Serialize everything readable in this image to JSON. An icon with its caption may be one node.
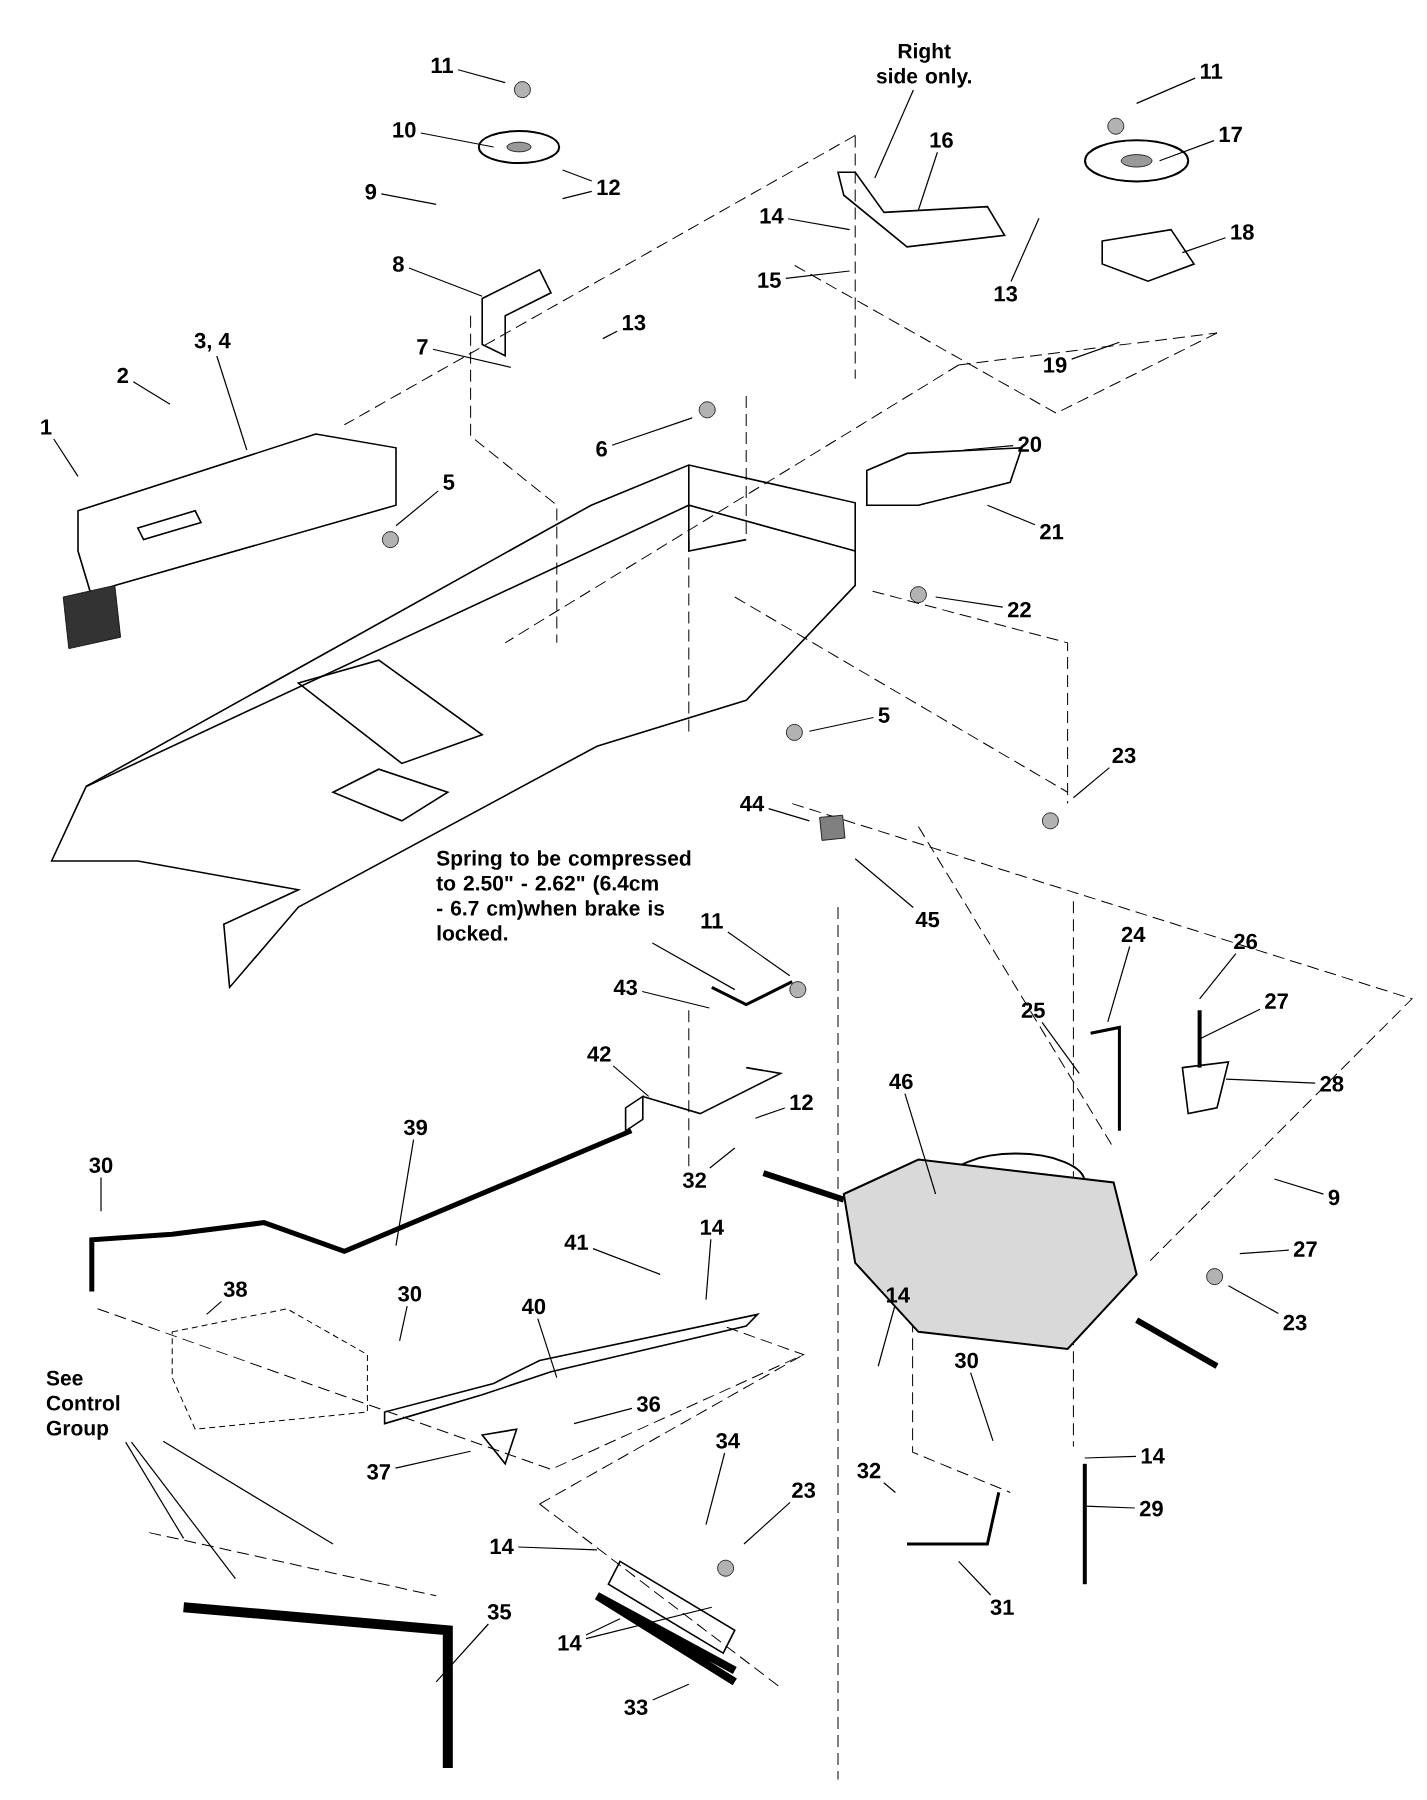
{
  "diagram": {
    "nodes": [
      {
        "text": [
          "11"
        ]
      },
      {
        "text": [
          "10"
        ]
      },
      {
        "text": [
          "9"
        ]
      },
      {
        "text": [
          "12"
        ]
      },
      {
        "text": [
          "8"
        ]
      },
      {
        "text": [
          "7"
        ]
      },
      {
        "text": [
          "13"
        ]
      },
      {
        "text": [
          "3, 4"
        ]
      },
      {
        "text": [
          "2"
        ]
      },
      {
        "text": [
          "1"
        ]
      },
      {
        "text": [
          "5"
        ]
      },
      {
        "text": [
          "6"
        ]
      },
      {
        "text": [
          "Right side only."
        ]
      },
      {
        "text": [
          "16"
        ]
      },
      {
        "text": [
          "14"
        ]
      },
      {
        "text": [
          "15"
        ]
      },
      {
        "text": [
          "11"
        ]
      },
      {
        "text": [
          "17"
        ]
      },
      {
        "text": [
          "13"
        ]
      },
      {
        "text": [
          "18"
        ]
      },
      {
        "text": [
          "19"
        ]
      },
      {
        "text": [
          "20"
        ]
      },
      {
        "text": [
          "21"
        ]
      },
      {
        "text": [
          "22"
        ]
      },
      {
        "text": [
          "5"
        ]
      },
      {
        "text": [
          "23"
        ]
      },
      {
        "text": [
          "44"
        ]
      },
      {
        "text": [
          "45"
        ]
      },
      {
        "text": [
          "Spring to be compressed to 2.50\" - 2.62\" (6.4cm - 6.7 cm)when brake is locked."
        ]
      },
      {
        "text": [
          "11"
        ]
      },
      {
        "text": [
          "43"
        ]
      },
      {
        "text": [
          "42"
        ]
      },
      {
        "text": [
          "12"
        ]
      },
      {
        "text": [
          "32"
        ]
      },
      {
        "text": [
          "39"
        ]
      },
      {
        "text": [
          "30"
        ]
      },
      {
        "text": [
          "38"
        ]
      },
      {
        "text": [
          "30"
        ]
      },
      {
        "text": [
          "41"
        ]
      },
      {
        "text": [
          "14"
        ]
      },
      {
        "text": [
          "40"
        ]
      },
      {
        "text": [
          "36"
        ]
      },
      {
        "text": [
          "37"
        ]
      },
      {
        "text": [
          "See Control Group"
        ]
      },
      {
        "text": [
          "34"
        ]
      },
      {
        "text": [
          "23"
        ]
      },
      {
        "text": [
          "14"
        ]
      },
      {
        "text": [
          "14"
        ]
      },
      {
        "text": [
          "35"
        ]
      },
      {
        "text": [
          "33"
        ]
      },
      {
        "text": [
          "24"
        ]
      },
      {
        "text": [
          "25"
        ]
      },
      {
        "text": [
          "26"
        ]
      },
      {
        "text": [
          "27"
        ]
      },
      {
        "text": [
          "28"
        ]
      },
      {
        "text": [
          "46"
        ]
      },
      {
        "text": [
          "9"
        ]
      },
      {
        "text": [
          "27"
        ]
      },
      {
        "text": [
          "23"
        ]
      },
      {
        "text": [
          "14"
        ]
      },
      {
        "text": [
          "30"
        ]
      },
      {
        "text": [
          "32"
        ]
      },
      {
        "text": [
          "31"
        ]
      },
      {
        "text": [
          "14"
        ]
      },
      {
        "text": [
          "29"
        ]
      }
    ],
    "edges": [
      {
        "from": 0,
        "to": null,
        "arrow": "none"
      },
      {
        "from": 1,
        "to": null,
        "arrow": "none"
      },
      {
        "from": 2,
        "to": null,
        "arrow": "none"
      },
      {
        "from": 3,
        "to": null,
        "arrow": "none"
      },
      {
        "from": 3,
        "to": null,
        "arrow": "none"
      },
      {
        "from": 4,
        "to": null,
        "arrow": "none"
      },
      {
        "from": 5,
        "to": null,
        "arrow": "none"
      },
      {
        "from": 6,
        "to": null,
        "arrow": "none"
      },
      {
        "from": 7,
        "to": null,
        "arrow": "none"
      },
      {
        "from": 8,
        "to": null,
        "arrow": "none"
      },
      {
        "from": 9,
        "to": null,
        "arrow": "none"
      },
      {
        "from": 10,
        "to": null,
        "arrow": "none"
      },
      {
        "from": 11,
        "to": null,
        "arrow": "none"
      },
      {
        "from": 12,
        "to": null,
        "arrow": "none"
      },
      {
        "from": 13,
        "to": null,
        "arrow": "none"
      },
      {
        "from": 14,
        "to": null,
        "arrow": "none"
      },
      {
        "from": 15,
        "to": null,
        "arrow": "none"
      },
      {
        "from": 16,
        "to": null,
        "arrow": "none"
      },
      {
        "from": 17,
        "to": null,
        "arrow": "none"
      },
      {
        "from": 18,
        "to": null,
        "arrow": "none"
      },
      {
        "from": 19,
        "to": null,
        "arrow": "none"
      },
      {
        "from": 20,
        "to": null,
        "arrow": "none"
      },
      {
        "from": 21,
        "to": null,
        "arrow": "none"
      },
      {
        "from": 22,
        "to": null,
        "arrow": "none"
      },
      {
        "from": 23,
        "to": null,
        "arrow": "none"
      },
      {
        "from": 24,
        "to": null,
        "arrow": "none"
      },
      {
        "from": 25,
        "to": null,
        "arrow": "none"
      },
      {
        "from": 26,
        "to": null,
        "arrow": "none"
      },
      {
        "from": 27,
        "to": null,
        "arrow": "none"
      },
      {
        "from": 28,
        "to": null,
        "arrow": "none"
      },
      {
        "from": 29,
        "to": null,
        "arrow": "none"
      },
      {
        "from": 30,
        "to": null,
        "arrow": "none"
      },
      {
        "from": 31,
        "to": null,
        "arrow": "none"
      },
      {
        "from": 32,
        "to": null,
        "arrow": "none"
      },
      {
        "from": 33,
        "to": null,
        "arrow": "none"
      },
      {
        "from": 34,
        "to": null,
        "arrow": "none"
      },
      {
        "from": 35,
        "to": null,
        "arrow": "none"
      },
      {
        "from": 36,
        "to": null,
        "arrow": "none"
      },
      {
        "from": 37,
        "to": null,
        "arrow": "none"
      },
      {
        "from": 38,
        "to": null,
        "arrow": "none"
      },
      {
        "from": 39,
        "to": null,
        "arrow": "none"
      },
      {
        "from": 40,
        "to": null,
        "arrow": "none"
      },
      {
        "from": 41,
        "to": null,
        "arrow": "none"
      },
      {
        "from": 42,
        "to": null,
        "arrow": "none"
      },
      {
        "from": 43,
        "to": null,
        "arrow": "none"
      },
      {
        "from": 43,
        "to": null,
        "arrow": "none"
      },
      {
        "from": 43,
        "to": null,
        "arrow": "none"
      },
      {
        "from": 44,
        "to": null,
        "arrow": "none"
      },
      {
        "from": 45,
        "to": null,
        "arrow": "none"
      },
      {
        "from": 46,
        "to": null,
        "arrow": "none"
      },
      {
        "from": 47,
        "to": null,
        "arrow": "none"
      },
      {
        "from": 47,
        "to": null,
        "arrow": "none"
      },
      {
        "from": 48,
        "to": null,
        "arrow": "none"
      },
      {
        "from": 49,
        "to": null,
        "arrow": "none"
      },
      {
        "from": 50,
        "to": null,
        "arrow": "none"
      },
      {
        "from": 51,
        "to": null,
        "arrow": "none"
      },
      {
        "from": 52,
        "to": null,
        "arrow": "none"
      },
      {
        "from": 53,
        "to": null,
        "arrow": "none"
      },
      {
        "from": 54,
        "to": null,
        "arrow": "none"
      },
      {
        "from": 55,
        "to": null,
        "arrow": "none"
      },
      {
        "from": 56,
        "to": null,
        "arrow": "none"
      },
      {
        "from": 57,
        "to": null,
        "arrow": "none"
      },
      {
        "from": 58,
        "to": null,
        "arrow": "none"
      },
      {
        "from": 59,
        "to": null,
        "arrow": "none"
      },
      {
        "from": 60,
        "to": null,
        "arrow": "none"
      },
      {
        "from": 61,
        "to": null,
        "arrow": "none"
      },
      {
        "from": 62,
        "to": null,
        "arrow": "none"
      },
      {
        "from": 63,
        "to": null,
        "arrow": "none"
      },
      {
        "from": 64,
        "to": null,
        "arrow": "none"
      }
    ]
  }
}
